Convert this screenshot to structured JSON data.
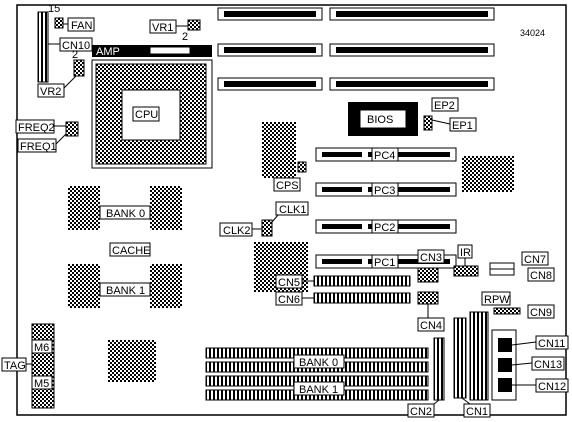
{
  "labels": {
    "fan": "FAN",
    "cn10": "CN10",
    "vr1": "VR1",
    "vr2": "VR2",
    "num15": "15",
    "num2": "2",
    "num2b": "2",
    "amp": "AMP",
    "partnum": "34024",
    "cpu": "CPU",
    "bios": "BIOS",
    "ep2": "EP2",
    "ep1": "EP1",
    "freq2": "FREQ2",
    "freq1": "FREQ1",
    "cps": "CPS",
    "pc4": "PC4",
    "pc3": "PC3",
    "pc2": "PC2",
    "pc1": "PC1",
    "bank0": "BANK 0",
    "bank1": "BANK 1",
    "cache": "CACHE",
    "clk1": "CLK1",
    "clk2": "CLK2",
    "cn3": "CN3",
    "ir": "IR",
    "cn7": "CN7",
    "cn8": "CN8",
    "cn5": "CN5",
    "cn6": "CN6",
    "cn4": "CN4",
    "rpw": "RPW",
    "cn9": "CN9",
    "cn11": "CN11",
    "cn13": "CN13",
    "cn12": "CN12",
    "tag": "TAG",
    "m6": "M6",
    "m5": "M5",
    "simm_bank0": "BANK 0",
    "simm_bank1": "BANK 1",
    "cn2": "CN2",
    "cn1": "CN1"
  }
}
